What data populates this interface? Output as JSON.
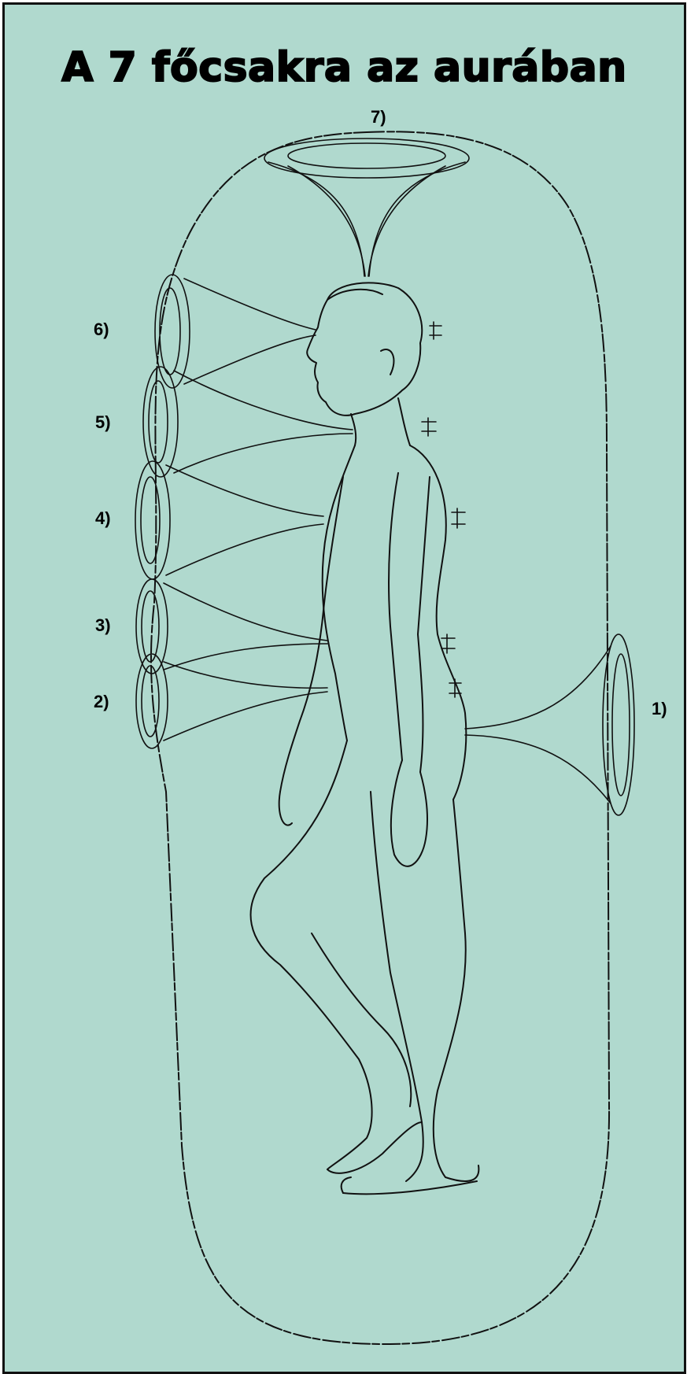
{
  "title": "A 7 főcsakra az aurában",
  "labels": {
    "c1": "1)",
    "c2": "2)",
    "c3": "3)",
    "c4": "4)",
    "c5": "5)",
    "c6": "6)",
    "c7": "7)"
  },
  "colors": {
    "background": "#b0d9ce",
    "ink": "#111111",
    "border": "#111111"
  }
}
